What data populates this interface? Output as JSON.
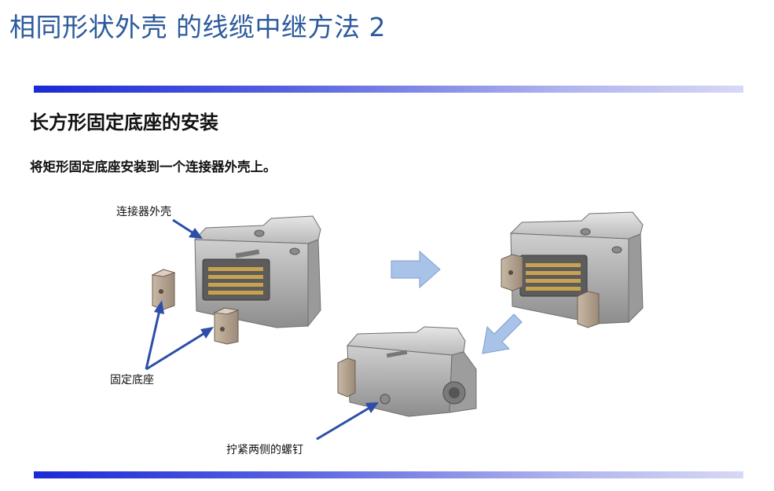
{
  "page": {
    "title": "相同形状外壳 的线缆中继方法 2",
    "heading": "长方形固定底座的安装",
    "subheading": "将矩形固定底座安装到一个连接器外壳上。"
  },
  "callouts": {
    "shell": "连接器外壳",
    "mounting_base": "固定底座",
    "screws": "拧紧两侧的螺钉"
  },
  "colors": {
    "title": "#2c5a9c",
    "arrow_fill": "#a9c2e8",
    "pointer": "#2d4ea8",
    "bar_start": "#1a2ad6",
    "bar_end": "#d7d8f4"
  }
}
